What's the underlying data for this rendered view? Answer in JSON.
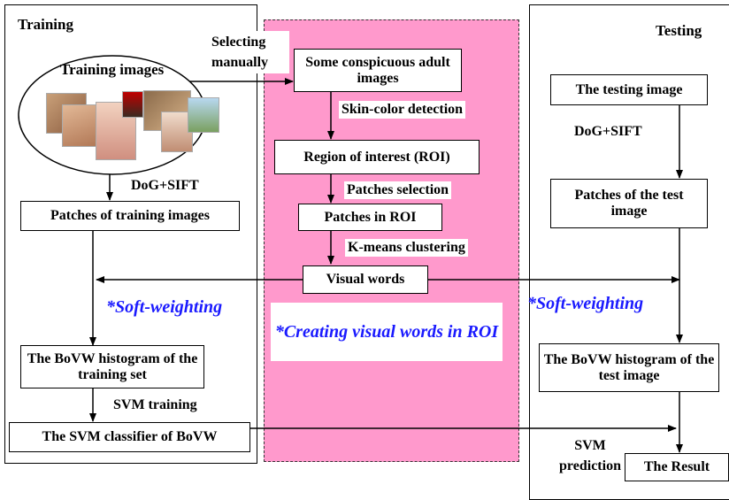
{
  "training": {
    "title": "Training",
    "images_label": "Training images",
    "dog_sift": "DoG+SIFT",
    "patches": "Patches of training images",
    "soft_weighting": "*Soft-weighting",
    "histogram": "The BoVW histogram of the training set",
    "svm_training": "SVM training",
    "classifier": "The SVM classifier of BoVW"
  },
  "roi": {
    "selecting": "Selecting manually",
    "adult_images": "Some conspicuous adult images",
    "skin_color": "Skin-color detection",
    "region": "Region of interest (ROI)",
    "patches_selection": "Patches selection",
    "patches_in_roi": "Patches in ROI",
    "kmeans": "K-means clustering",
    "visual_words": "Visual words",
    "creating": "*Creating visual words in ROI"
  },
  "testing": {
    "title": "Testing",
    "testing_image": "The testing image",
    "dog_sift": "DoG+SIFT",
    "patches": "Patches of the test image",
    "soft_weighting": "*Soft-weighting",
    "histogram": "The BoVW histogram of the test image",
    "svm_prediction": "SVM prediction",
    "result": "The Result"
  },
  "colors": {
    "roi_fill": "#ff99cc",
    "accent_text": "#1a1aff"
  }
}
